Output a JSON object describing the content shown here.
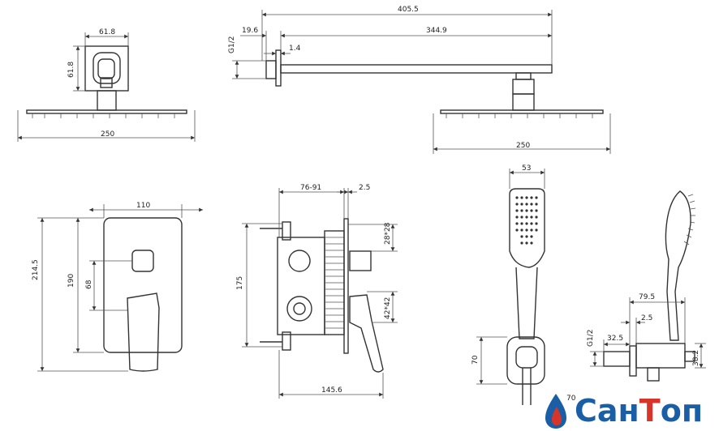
{
  "dims": {
    "top_sq_w": "61.8",
    "top_sq_h": "61.8",
    "head_w_left": "250",
    "arm_total": "405.5",
    "arm_inner": "344.9",
    "thread_top": "G1/2",
    "offset_19": "19.6",
    "flange_1": "1.4",
    "head_w_right": "250",
    "plate_w": "110",
    "plate_h_total": "214.5",
    "plate_h_190": "190",
    "plate_68": "68",
    "box_depth": "76-91",
    "box_25": "2.5",
    "box_28": "28*28",
    "box_h": "175",
    "box_42": "42*42",
    "box_w": "145.6",
    "hand_w": "53",
    "hand_70": "70",
    "hand_70b": "70",
    "outlet_795": "79.5",
    "outlet_25": "2.5",
    "outlet_thread": "G1/2",
    "outlet_325": "32.5",
    "outlet_382": "38.2"
  },
  "logo": {
    "part1": "Сан",
    "part2": "Т",
    "part3": "оп",
    "colors": {
      "blue": "#1a5fa6",
      "red": "#d8352a"
    }
  }
}
